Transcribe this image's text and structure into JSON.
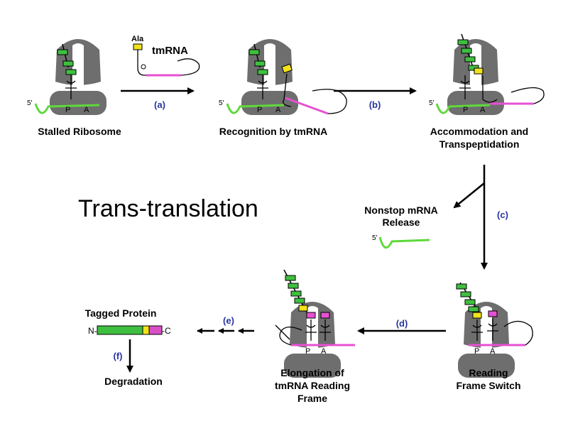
{
  "title": "Trans-translation",
  "labels": {
    "stalled": "Stalled Ribosome",
    "recognition": "Recognition by tmRNA",
    "accommodation_1": "Accommodation and",
    "accommodation_2": "Transpeptidation",
    "nonstop_1": "Nonstop mRNA",
    "nonstop_2": "Release",
    "switch_1": "Reading",
    "switch_2": "Frame Switch",
    "elong_1": "Elongation of",
    "elong_2": "tmRNA Reading",
    "elong_3": "Frame",
    "tagged": "Tagged Protein",
    "degradation": "Degradation"
  },
  "steps": {
    "a": "(a)",
    "b": "(b)",
    "c": "(c)",
    "d": "(d)",
    "e": "(e)",
    "f": "(f)"
  },
  "tmrna": {
    "name": "tmRNA",
    "ala": "Ala"
  },
  "site_p": "P",
  "site_a": "A",
  "five_prime": "5'",
  "protein_n": "N-",
  "protein_c": "-C",
  "colors": {
    "ribosome": "#6e6e6e",
    "mrna": "#5fd93a",
    "tmrna_orf": "#e650d2",
    "peptide": "#3fbf3f",
    "ala": "#f2e21d",
    "tag": "#d94fc8",
    "step_label": "#2833a0"
  }
}
